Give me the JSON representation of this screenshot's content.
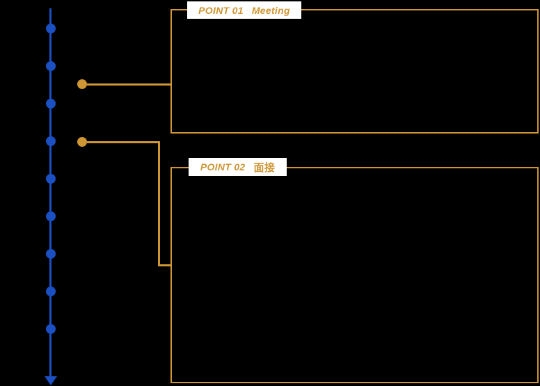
{
  "diagram": {
    "type": "timeline-flow",
    "timeline": {
      "dot_count": 9,
      "direction": "down"
    },
    "points": [
      {
        "prefix": "POINT 01",
        "title": "Meeting"
      },
      {
        "prefix": "POINT 02",
        "title": "面接"
      }
    ],
    "colors": {
      "background": "#000000",
      "timeline": "#1A50C2",
      "accent": "#CE9634",
      "label_background": "#FFFFFF"
    }
  }
}
